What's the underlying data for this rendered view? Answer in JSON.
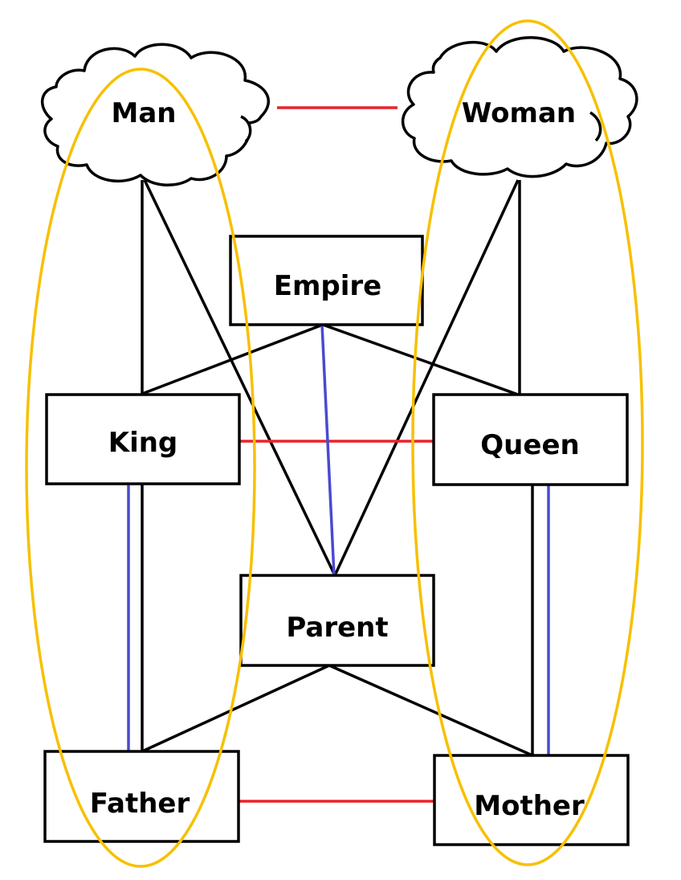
{
  "colors": {
    "black_edge": "#000000",
    "red_edge": "#e8232b",
    "blue_edge": "#4a4ad0",
    "group_outline": "#f7c000"
  },
  "nodes": {
    "man": "Man",
    "woman": "Woman",
    "empire": "Empire",
    "king": "King",
    "queen": "Queen",
    "parent": "Parent",
    "father": "Father",
    "mother": "Mother"
  },
  "edges": [
    {
      "from": "man",
      "to": "woman",
      "color": "red"
    },
    {
      "from": "king",
      "to": "queen",
      "color": "red"
    },
    {
      "from": "father",
      "to": "mother",
      "color": "red"
    },
    {
      "from": "empire",
      "to": "parent",
      "color": "blue"
    },
    {
      "from": "king",
      "to": "father",
      "color": "blue"
    },
    {
      "from": "queen",
      "to": "mother",
      "color": "blue"
    },
    {
      "from": "man",
      "to": "king",
      "color": "black"
    },
    {
      "from": "man",
      "to": "parent",
      "color": "black"
    },
    {
      "from": "woman",
      "to": "queen",
      "color": "black"
    },
    {
      "from": "woman",
      "to": "parent",
      "color": "black"
    },
    {
      "from": "empire",
      "to": "king",
      "color": "black"
    },
    {
      "from": "empire",
      "to": "queen",
      "color": "black"
    },
    {
      "from": "king",
      "to": "father",
      "color": "black"
    },
    {
      "from": "queen",
      "to": "mother",
      "color": "black"
    },
    {
      "from": "parent",
      "to": "father",
      "color": "black"
    },
    {
      "from": "parent",
      "to": "mother",
      "color": "black"
    }
  ],
  "groups": [
    {
      "members": [
        "man",
        "king",
        "father"
      ]
    },
    {
      "members": [
        "woman",
        "queen",
        "mother"
      ]
    }
  ]
}
